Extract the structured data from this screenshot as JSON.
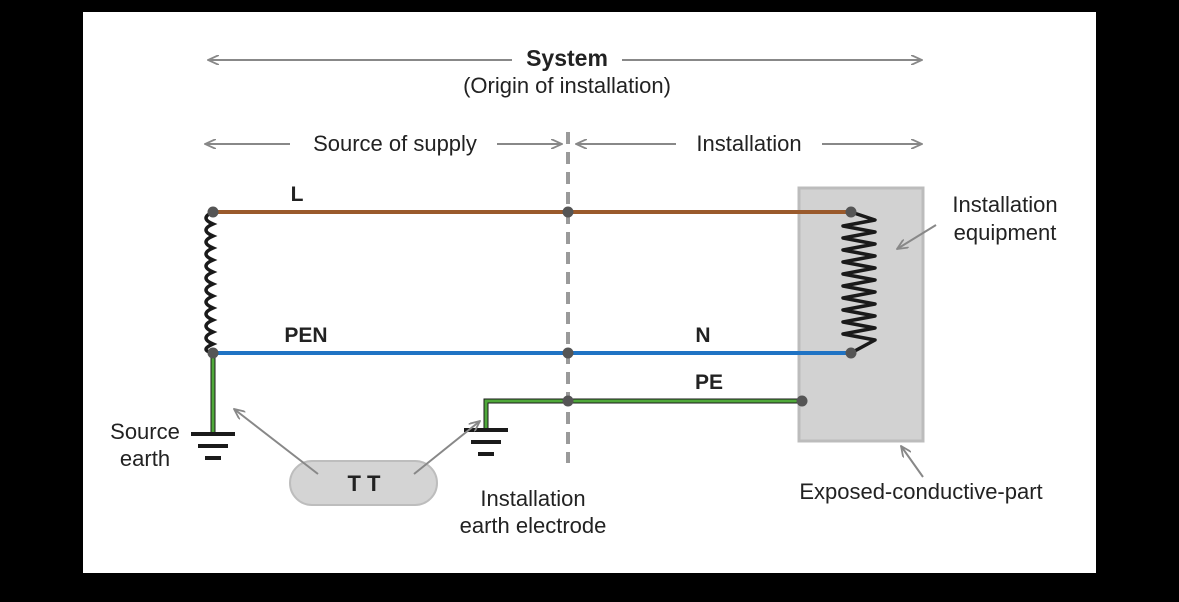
{
  "title": "System",
  "subtitle": "(Origin of installation)",
  "sections": {
    "source": "Source of supply",
    "installation": "Installation"
  },
  "conductors": {
    "line": "L",
    "pen": "PEN",
    "neutral": "N",
    "protective": "PE"
  },
  "labels": {
    "installation_equipment_1": "Installation",
    "installation_equipment_2": "equipment",
    "source_earth_1": "Source",
    "source_earth_2": "earth",
    "system_type": "T T",
    "install_electrode_1": "Installation",
    "install_electrode_2": "earth electrode",
    "exposed_part": "Exposed-conductive-part"
  },
  "colors": {
    "line": "#9a5a2c",
    "neutral": "#1f73c4",
    "protective": "#4fa83a",
    "arrow": "#888888",
    "equipment_fill": "#d2d2d2",
    "equipment_stroke": "#bcbcbc",
    "pill_fill": "#d4d4d4",
    "pill_stroke": "#bdbdbd"
  },
  "icons": {
    "winding": "transformer-winding-icon",
    "earth": "earth-ground-icon",
    "load": "resistor-load-icon"
  }
}
